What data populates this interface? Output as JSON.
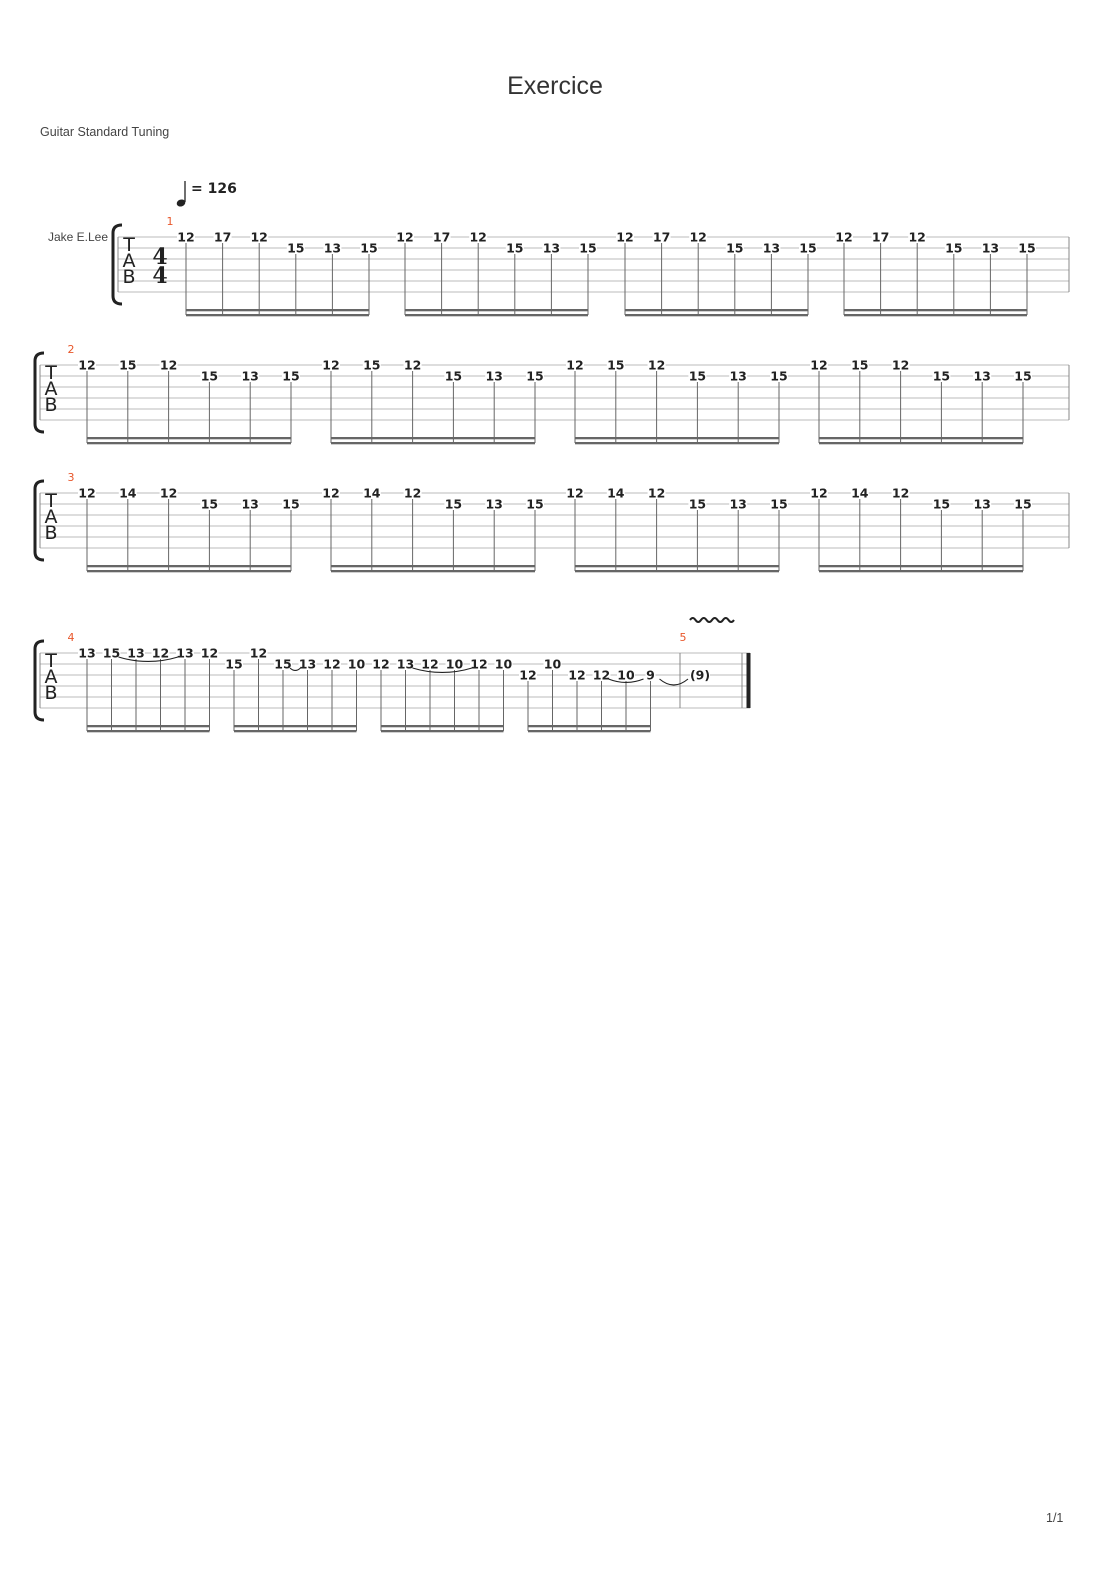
{
  "title": "Exercice",
  "tuning": "Guitar Standard Tuning",
  "tempo": "= 126",
  "instrument": "Jake E.Lee",
  "time_signature": {
    "numerator": "4",
    "denominator": "4"
  },
  "clef_letters": [
    "T",
    "A",
    "B"
  ],
  "page_number": "1/1",
  "colors": {
    "measure_number": "#e8562a",
    "staff_line": "#bbbbbb",
    "ink": "#222222"
  },
  "systems": [
    {
      "measures": [
        {
          "number": "1",
          "beats": [
            [
              {
                "fret": "12",
                "string": 1
              },
              {
                "fret": "17",
                "string": 1
              },
              {
                "fret": "12",
                "string": 1
              },
              {
                "fret": "15",
                "string": 2
              },
              {
                "fret": "13",
                "string": 2
              },
              {
                "fret": "15",
                "string": 2
              }
            ],
            [
              {
                "fret": "12",
                "string": 1
              },
              {
                "fret": "17",
                "string": 1
              },
              {
                "fret": "12",
                "string": 1
              },
              {
                "fret": "15",
                "string": 2
              },
              {
                "fret": "13",
                "string": 2
              },
              {
                "fret": "15",
                "string": 2
              }
            ],
            [
              {
                "fret": "12",
                "string": 1
              },
              {
                "fret": "17",
                "string": 1
              },
              {
                "fret": "12",
                "string": 1
              },
              {
                "fret": "15",
                "string": 2
              },
              {
                "fret": "13",
                "string": 2
              },
              {
                "fret": "15",
                "string": 2
              }
            ],
            [
              {
                "fret": "12",
                "string": 1
              },
              {
                "fret": "17",
                "string": 1
              },
              {
                "fret": "12",
                "string": 1
              },
              {
                "fret": "15",
                "string": 2
              },
              {
                "fret": "13",
                "string": 2
              },
              {
                "fret": "15",
                "string": 2
              }
            ]
          ]
        }
      ]
    },
    {
      "measures": [
        {
          "number": "2",
          "beats": [
            [
              {
                "fret": "12",
                "string": 1
              },
              {
                "fret": "15",
                "string": 1
              },
              {
                "fret": "12",
                "string": 1
              },
              {
                "fret": "15",
                "string": 2
              },
              {
                "fret": "13",
                "string": 2
              },
              {
                "fret": "15",
                "string": 2
              }
            ],
            [
              {
                "fret": "12",
                "string": 1
              },
              {
                "fret": "15",
                "string": 1
              },
              {
                "fret": "12",
                "string": 1
              },
              {
                "fret": "15",
                "string": 2
              },
              {
                "fret": "13",
                "string": 2
              },
              {
                "fret": "15",
                "string": 2
              }
            ],
            [
              {
                "fret": "12",
                "string": 1
              },
              {
                "fret": "15",
                "string": 1
              },
              {
                "fret": "12",
                "string": 1
              },
              {
                "fret": "15",
                "string": 2
              },
              {
                "fret": "13",
                "string": 2
              },
              {
                "fret": "15",
                "string": 2
              }
            ],
            [
              {
                "fret": "12",
                "string": 1
              },
              {
                "fret": "15",
                "string": 1
              },
              {
                "fret": "12",
                "string": 1
              },
              {
                "fret": "15",
                "string": 2
              },
              {
                "fret": "13",
                "string": 2
              },
              {
                "fret": "15",
                "string": 2
              }
            ]
          ]
        }
      ]
    },
    {
      "measures": [
        {
          "number": "3",
          "beats": [
            [
              {
                "fret": "12",
                "string": 1
              },
              {
                "fret": "14",
                "string": 1
              },
              {
                "fret": "12",
                "string": 1
              },
              {
                "fret": "15",
                "string": 2
              },
              {
                "fret": "13",
                "string": 2
              },
              {
                "fret": "15",
                "string": 2
              }
            ],
            [
              {
                "fret": "12",
                "string": 1
              },
              {
                "fret": "14",
                "string": 1
              },
              {
                "fret": "12",
                "string": 1
              },
              {
                "fret": "15",
                "string": 2
              },
              {
                "fret": "13",
                "string": 2
              },
              {
                "fret": "15",
                "string": 2
              }
            ],
            [
              {
                "fret": "12",
                "string": 1
              },
              {
                "fret": "14",
                "string": 1
              },
              {
                "fret": "12",
                "string": 1
              },
              {
                "fret": "15",
                "string": 2
              },
              {
                "fret": "13",
                "string": 2
              },
              {
                "fret": "15",
                "string": 2
              }
            ],
            [
              {
                "fret": "12",
                "string": 1
              },
              {
                "fret": "14",
                "string": 1
              },
              {
                "fret": "12",
                "string": 1
              },
              {
                "fret": "15",
                "string": 2
              },
              {
                "fret": "13",
                "string": 2
              },
              {
                "fret": "15",
                "string": 2
              }
            ]
          ]
        }
      ]
    },
    {
      "measures": [
        {
          "number": "4",
          "beats": [
            [
              {
                "fret": "13",
                "string": 1
              },
              {
                "fret": "15",
                "string": 1
              },
              {
                "fret": "13",
                "string": 1
              },
              {
                "fret": "12",
                "string": 1
              },
              {
                "fret": "13",
                "string": 1
              },
              {
                "fret": "12",
                "string": 1
              }
            ],
            [
              {
                "fret": "15",
                "string": 2
              },
              {
                "fret": "12",
                "string": 1
              },
              {
                "fret": "15",
                "string": 2
              },
              {
                "fret": "13",
                "string": 2
              },
              {
                "fret": "12",
                "string": 2
              },
              {
                "fret": "10",
                "string": 2
              }
            ],
            [
              {
                "fret": "12",
                "string": 2
              },
              {
                "fret": "13",
                "string": 2
              },
              {
                "fret": "12",
                "string": 2
              },
              {
                "fret": "10",
                "string": 2
              },
              {
                "fret": "12",
                "string": 2
              },
              {
                "fret": "10",
                "string": 2
              }
            ],
            [
              {
                "fret": "12",
                "string": 3
              },
              {
                "fret": "10",
                "string": 2
              },
              {
                "fret": "12",
                "string": 3
              },
              {
                "fret": "12",
                "string": 3
              },
              {
                "fret": "10",
                "string": 3
              },
              {
                "fret": "9",
                "string": 3
              }
            ]
          ],
          "slurs": [
            [
              0,
              1,
              0,
              4
            ],
            [
              1,
              2,
              1,
              3
            ],
            [
              2,
              1,
              2,
              4
            ],
            [
              3,
              3,
              3,
              5
            ]
          ]
        },
        {
          "number": "5",
          "notes": [
            {
              "fret": "(9)",
              "string": 3
            }
          ],
          "vibrato": true,
          "tie_from_previous": true,
          "final": true
        }
      ]
    }
  ]
}
